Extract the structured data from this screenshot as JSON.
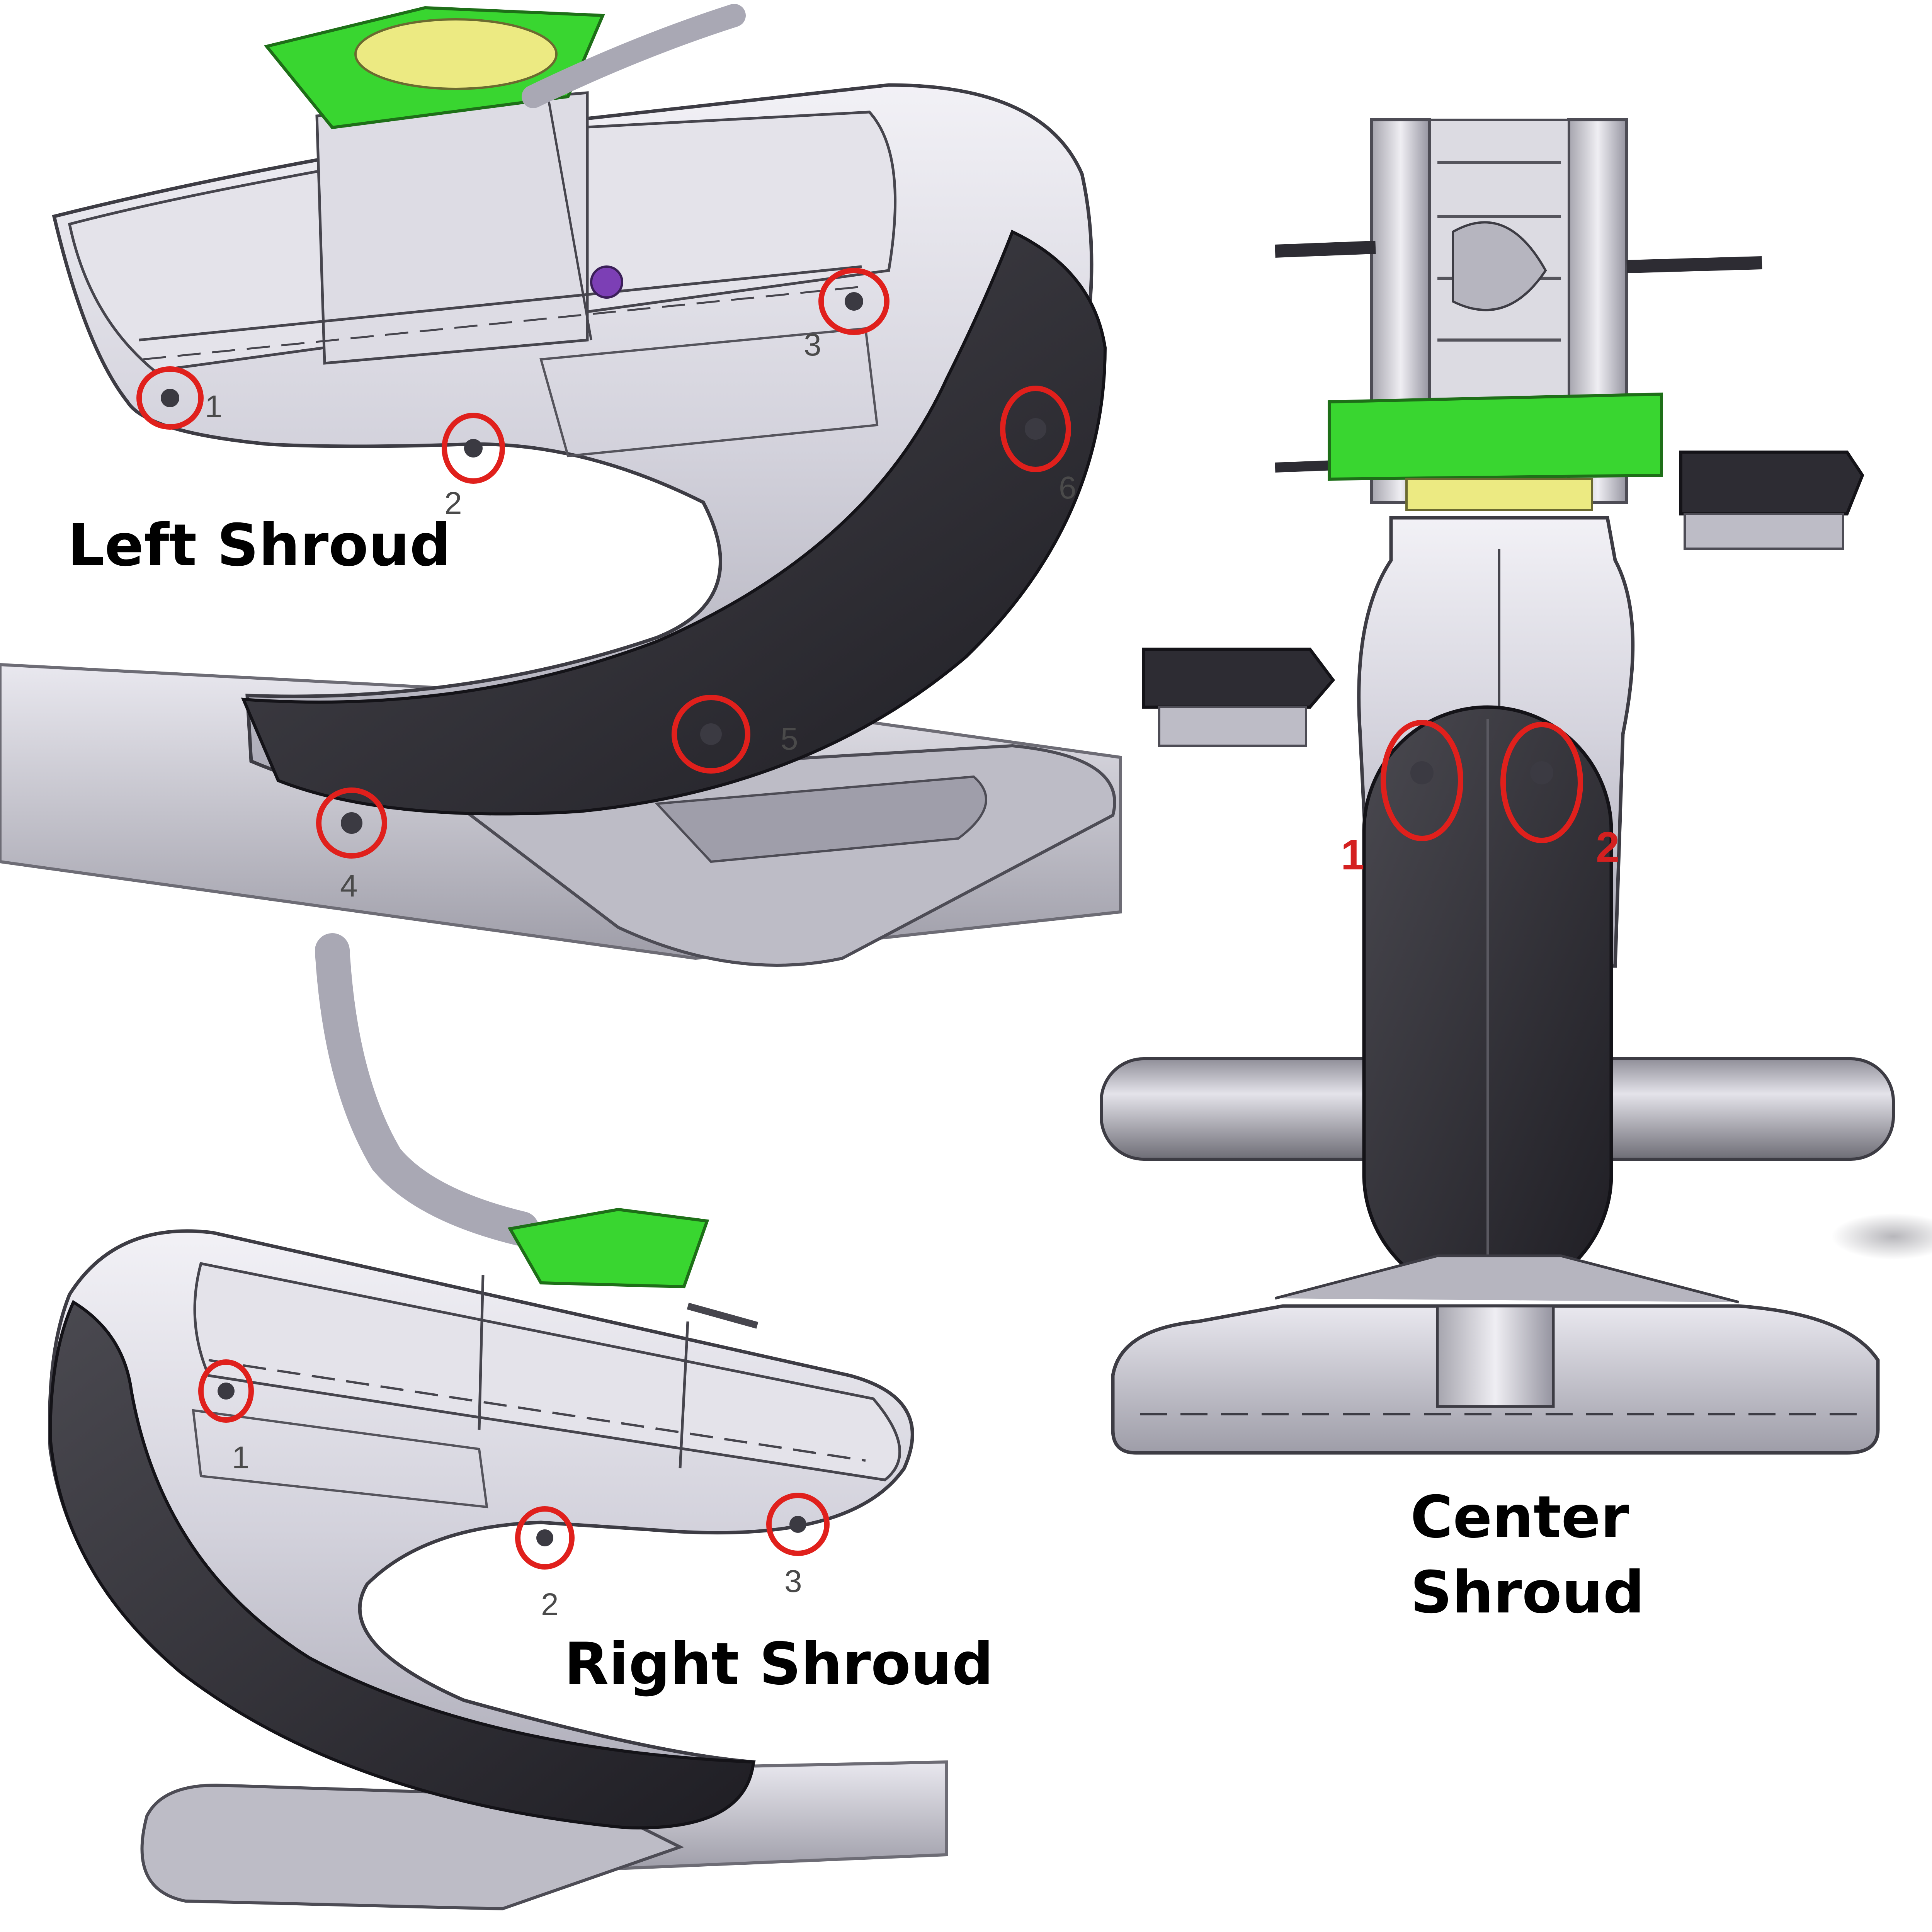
{
  "colors": {
    "callout": "#e0201c",
    "bracket_green": "#39d630",
    "bracket_yellow": "#ecea82",
    "shroud_grey": "#cdcbd6",
    "shroud_light": "#e8e7ee",
    "trim_dark": "#2d2c33",
    "frame_grey": "#9d9ca6",
    "line": "#3a3940"
  },
  "left_shroud": {
    "title": "Left Shroud",
    "callouts": [
      {
        "n": "1"
      },
      {
        "n": "2"
      },
      {
        "n": "3"
      },
      {
        "n": "4"
      },
      {
        "n": "5"
      },
      {
        "n": "6"
      }
    ]
  },
  "right_shroud": {
    "title": "Right Shroud",
    "callouts": [
      {
        "n": "1"
      },
      {
        "n": "2"
      },
      {
        "n": "3"
      }
    ]
  },
  "center_shroud": {
    "title_line1": "Center",
    "title_line2": "Shroud",
    "callouts": [
      {
        "n": "1"
      },
      {
        "n": "2"
      }
    ]
  }
}
